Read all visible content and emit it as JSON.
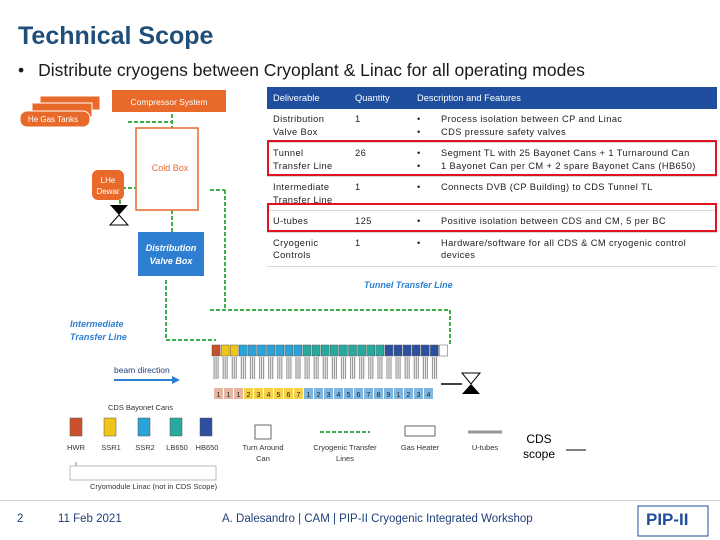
{
  "slide": {
    "title": "Technical Scope",
    "bullet": "Distribute cryogens between Cryoplant & Linac for all operating modes",
    "bullet_symbol": "•"
  },
  "diagram": {
    "compressor_label": "Compressor System",
    "tanks_label": "He Gas Tanks",
    "coldbox_label": "Cold Box",
    "dewar_label_line1": "LHe",
    "dewar_label_line2": "Dewar",
    "dvb_label_line1": "Distribution",
    "dvb_label_line2": "Valve Box",
    "itl_label_line1": "Intermediate",
    "itl_label_line2": "Transfer Line",
    "ttl_label": "Tunnel Transfer Line",
    "beam_label": "beam direction",
    "cans_label": "CDS Bayonet Cans",
    "legend": {
      "hwr": "HWR",
      "ssr1": "SSR1",
      "ssr2": "SSR2",
      "lb650": "LB650",
      "hb650": "HB650",
      "turnaround_line1": "Turn Around",
      "turnaround_line2": "Can",
      "ctl_line1": "Cryogenic Transfer",
      "ctl_line2": "Lines",
      "heater": "Gas Heater",
      "utubes": "U-tubes",
      "cryomodule": "Cryomodule Linac (not in CDS Scope)"
    },
    "numbers": [
      "1",
      "1",
      "1",
      "2",
      "3",
      "4",
      "5",
      "6",
      "7",
      "1",
      "2",
      "3",
      "4",
      "5",
      "6",
      "7",
      "8",
      "9",
      "1",
      "2",
      "3",
      "4"
    ],
    "colors": {
      "orange_box": "#e8692a",
      "green_line": "#3cb04a",
      "blue_fill": "#2e7fd1",
      "hwr": "#c8502a",
      "ssr1": "#f0c419",
      "ssr2": "#2aa3d8",
      "lb650": "#27a9a0",
      "hb650": "#2c4fa0",
      "brand": "#1f4e9e",
      "highlight": "#e0141e"
    }
  },
  "table": {
    "headers": [
      "Deliverable",
      "Quantity",
      "Description and Features"
    ],
    "rows": [
      {
        "deliverable": [
          "Distribution",
          "Valve Box"
        ],
        "quantity": "1",
        "bullets": [
          "Process isolation between CP and Linac",
          "CDS pressure safety valves"
        ]
      },
      {
        "deliverable": [
          "Tunnel",
          "Transfer Line"
        ],
        "quantity": "26",
        "bullets": [
          "Segment TL with 25 Bayonet Cans + 1 Turnaround Can",
          "1 Bayonet Can per CM + 2 spare Bayonet Cans (HB650)"
        ]
      },
      {
        "deliverable": [
          "Intermediate",
          "Transfer Line"
        ],
        "quantity": "1",
        "bullets": [
          "Connects DVB (CP Building) to CDS Tunnel TL"
        ]
      },
      {
        "deliverable": [
          "U-tubes"
        ],
        "quantity": "125",
        "bullets": [
          "Positive isolation between CDS and CM, 5 per BC"
        ]
      },
      {
        "deliverable": [
          "Cryogenic",
          "Controls"
        ],
        "quantity": "1",
        "bullets": [
          "Hardware/software for all CDS & CM cryogenic control devices"
        ]
      }
    ]
  },
  "cds_scope": {
    "line1": "CDS",
    "line2": "scope"
  },
  "footer": {
    "page": "2",
    "date": "11 Feb 2021",
    "author": "A. Dalesandro | CAM | PIP-II Cryogenic Integrated Workshop",
    "logo": "PIP-II"
  }
}
